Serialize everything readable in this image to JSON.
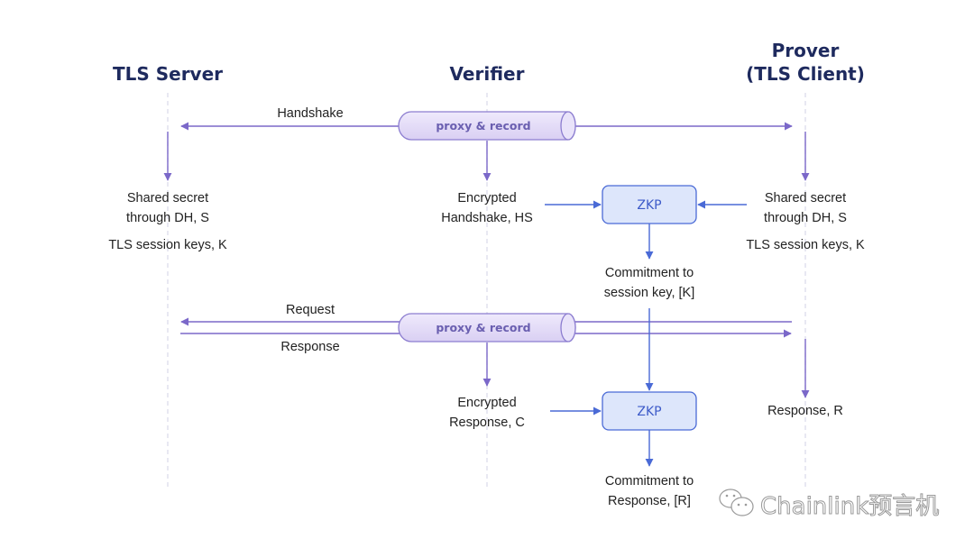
{
  "actors": {
    "server": "TLS Server",
    "verifier": "Verifier",
    "prover_line1": "Prover",
    "prover_line2": "(TLS Client)"
  },
  "messages": {
    "handshake": "Handshake",
    "request": "Request",
    "response": "Response"
  },
  "proxy_boxes": [
    {
      "label": "proxy & record"
    },
    {
      "label": "proxy & record"
    }
  ],
  "zkp_boxes": [
    {
      "label": "ZKP"
    },
    {
      "label": "ZKP"
    }
  ],
  "server_notes": {
    "shared_secret_line1": "Shared secret",
    "shared_secret_line2": "through DH, S",
    "session_keys": "TLS session keys, K"
  },
  "prover_notes": {
    "shared_secret_line1": "Shared secret",
    "shared_secret_line2": "through DH, S",
    "session_keys": "TLS session keys, K",
    "response": "Response, R"
  },
  "verifier_notes": {
    "enc_handshake_line1": "Encrypted",
    "enc_handshake_line2": "Handshake, HS",
    "enc_response_line1": "Encrypted",
    "enc_response_line2": "Response, C"
  },
  "commitments": {
    "session_key_line1": "Commitment to",
    "session_key_line2": "session key, [K]",
    "response_line1": "Commitment to",
    "response_line2": "Response, [R]"
  },
  "watermark": {
    "text": "Chainlink预言机",
    "icon": "wechat-icon"
  },
  "colors": {
    "title": "#1e2a5e",
    "purple_arrow": "#7b68c9",
    "blue_arrow": "#4a6ad6",
    "proxy_fill": "#e4def7",
    "zkp_fill": "#dde6fb"
  }
}
